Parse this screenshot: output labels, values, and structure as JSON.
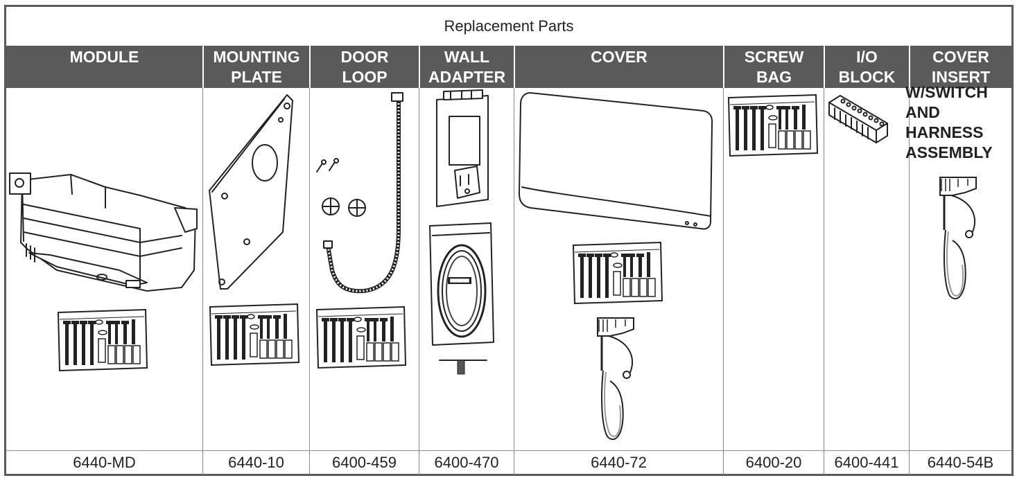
{
  "table": {
    "title": "Replacement Parts",
    "columns": [
      {
        "header": "MODULE",
        "part_number": "6440-MD"
      },
      {
        "header": "MOUNTING PLATE",
        "part_number": "6440-10"
      },
      {
        "header": "DOOR LOOP",
        "part_number": "6400-459"
      },
      {
        "header": "WALL ADAPTER",
        "part_number": "6400-470"
      },
      {
        "header": "COVER",
        "part_number": "6440-72"
      },
      {
        "header": "SCREW BAG",
        "part_number": "6400-20"
      },
      {
        "header": "I/O BLOCK",
        "part_number": "6400-441"
      },
      {
        "header": "COVER INSERT",
        "part_number": "6440-54B"
      }
    ],
    "cover_insert_note": "W/SWITCH AND HARNESS ASSEMBLY"
  },
  "header_lines": {
    "module": [
      "MODULE"
    ],
    "mounting_plate": [
      "MOUNTING",
      "PLATE"
    ],
    "door_loop": [
      "DOOR",
      "LOOP"
    ],
    "wall_adapter": [
      "WALL",
      "ADAPTER"
    ],
    "cover": [
      "COVER"
    ],
    "screw_bag": [
      "SCREW",
      "BAG"
    ],
    "io_block": [
      "I/O",
      "BLOCK"
    ],
    "cover_insert": [
      "COVER",
      "INSERT"
    ]
  },
  "note_lines": [
    "W/SWITCH",
    "AND",
    "HARNESS",
    "ASSEMBLY"
  ]
}
